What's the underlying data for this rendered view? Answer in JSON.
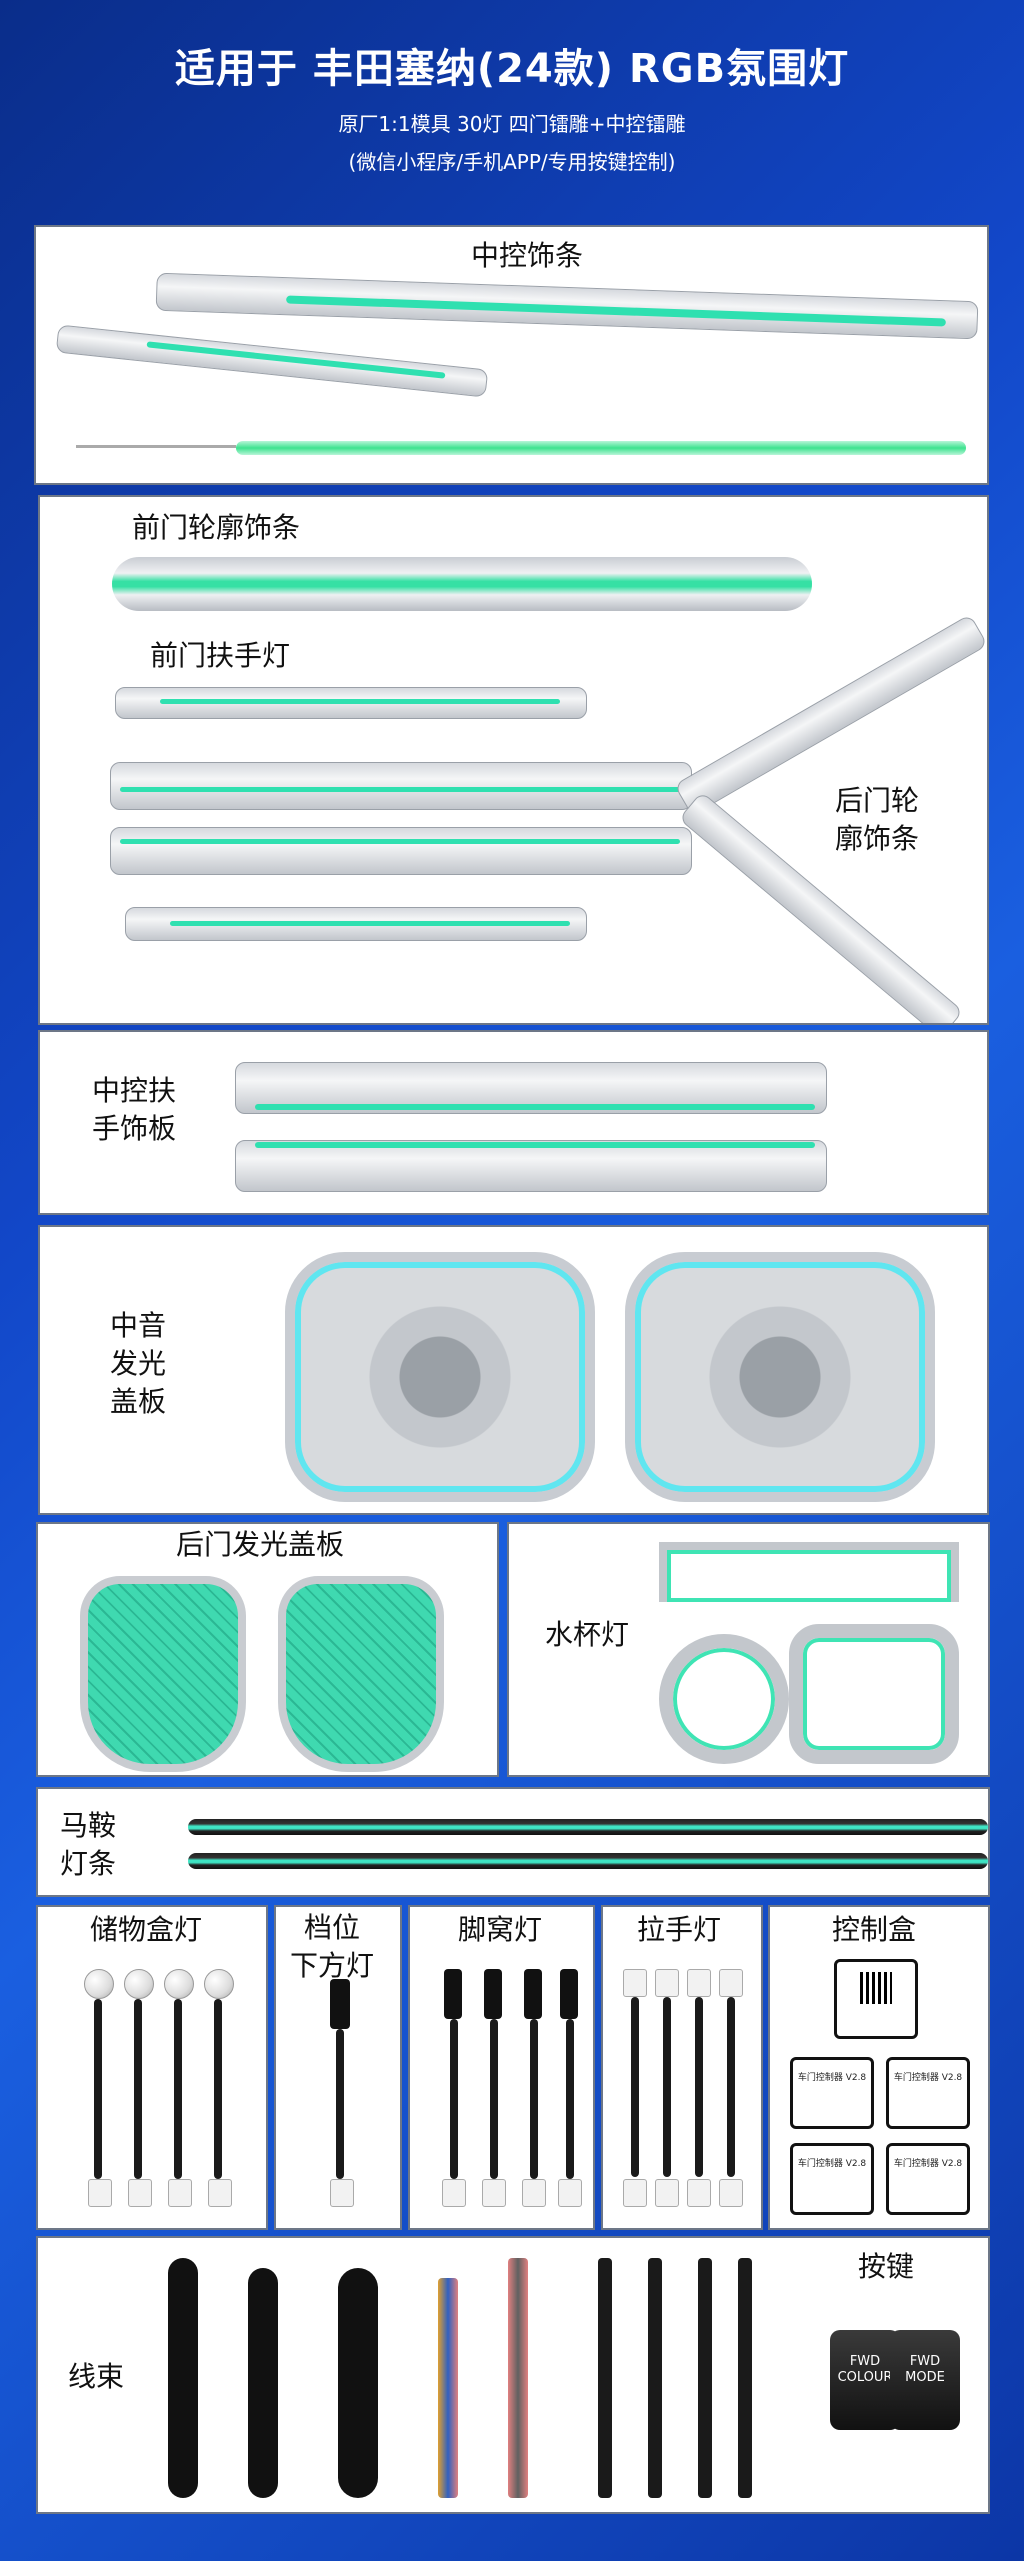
{
  "header": {
    "title": "适用于 丰田塞纳(24款) RGB氛围灯",
    "line1": "原厂1:1模具  30灯  四门镭雕+中控镭雕",
    "line2": "(微信小程序/手机APP/专用按键控制)"
  },
  "sections": {
    "center_trim": "中控饰条",
    "front_door_outline": "前门轮廓饰条",
    "front_door_armrest": "前门扶手灯",
    "rear_door_outline": "后门轮\n廓饰条",
    "center_armrest_panel": "中控扶\n手饰板",
    "mid_speaker_cover": "中音\n发光\n盖板",
    "rear_door_cover": "后门发光盖板",
    "cup_holder": "水杯灯",
    "saddle_strip": "马鞍\n灯条",
    "storage_box": "储物盒灯",
    "gear_lower": "档位\n下方灯",
    "footwell": "脚窝灯",
    "pull_handle": "拉手灯",
    "control_box": "控制盒",
    "button": "按键",
    "harness": "线束"
  },
  "control_box_labels": [
    "车门控制器 V2.8",
    "车门控制器 V2.8",
    "车门控制器 V2.8",
    "车门控制器 V2.8"
  ],
  "button_labels": [
    "FWD\nCOLOUR",
    "FWD\nMODE"
  ],
  "colors": {
    "accent": "#36e0a4",
    "bg": "#1247c8"
  }
}
